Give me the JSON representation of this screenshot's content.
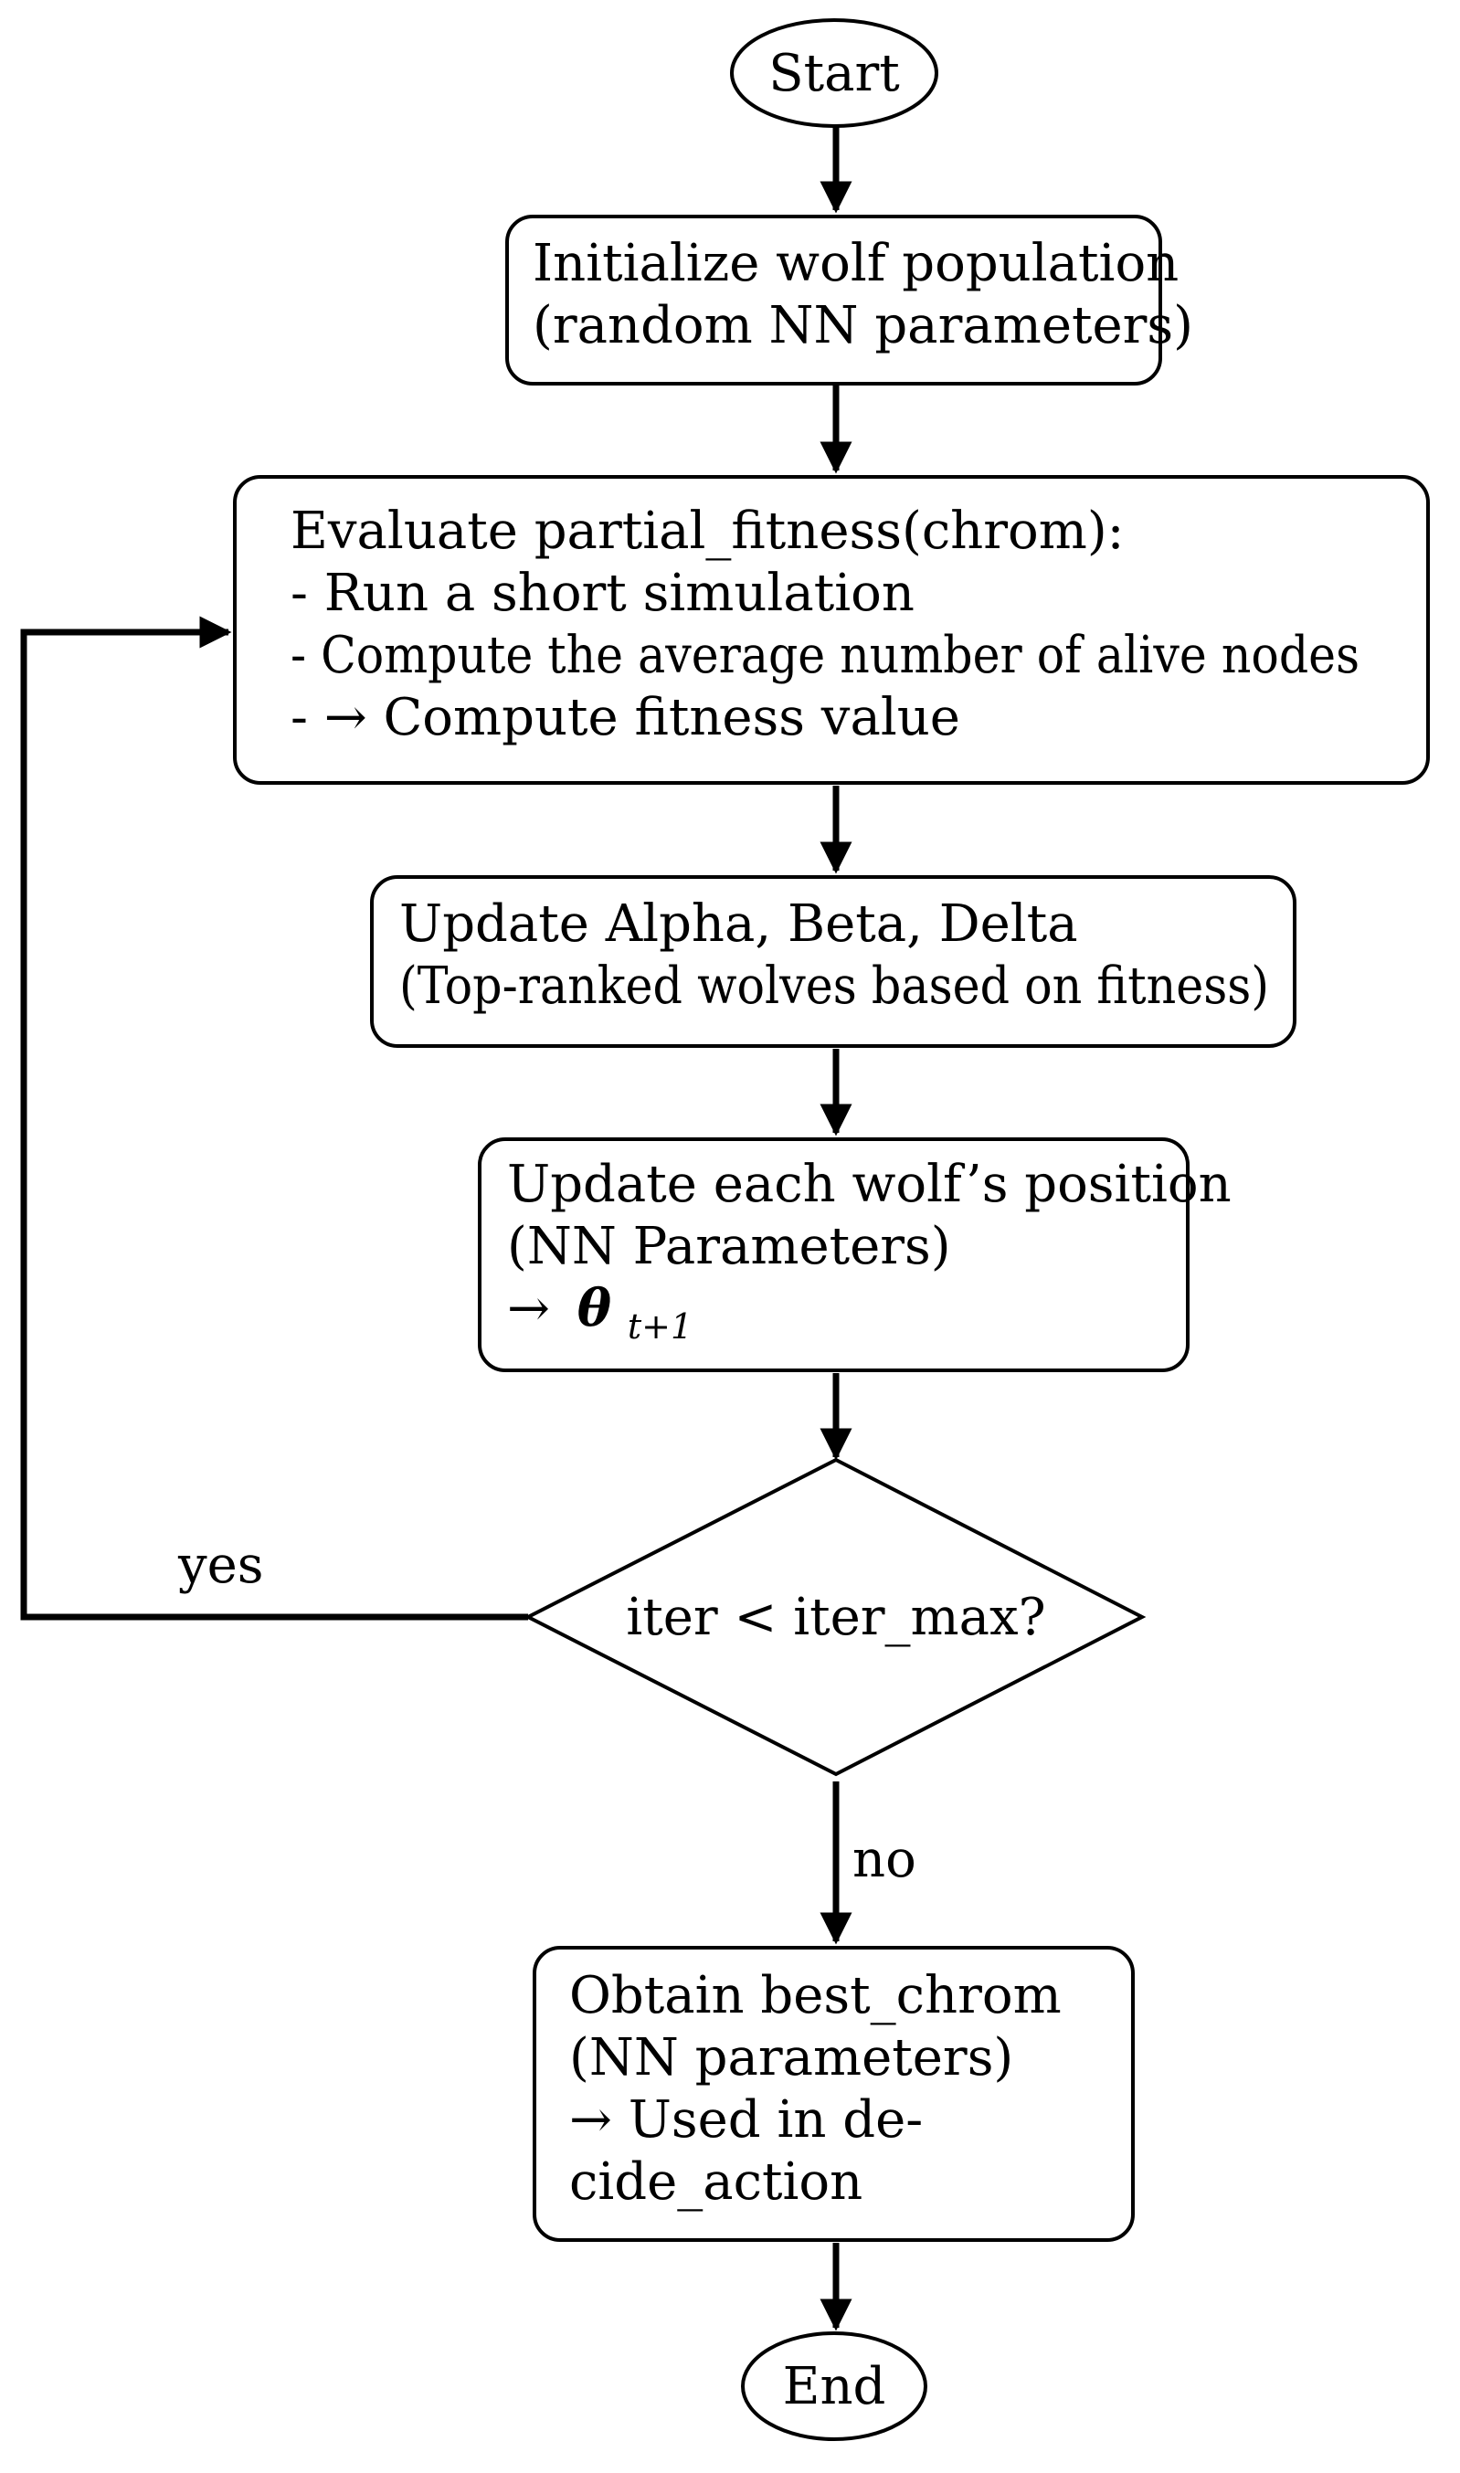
{
  "nodes": {
    "start": {
      "label": "Start"
    },
    "init": {
      "lines": [
        "Initialize wolf population",
        "(random NN parameters)"
      ]
    },
    "evaluate": {
      "lines": [
        "Evaluate partial_fitness(chrom):",
        "- Run a short simulation",
        "- Compute the average number of alive nodes",
        "- → Compute fitness value"
      ]
    },
    "update_leaders": {
      "lines": [
        "Update Alpha, Beta, Delta",
        "(Top-ranked wolves based on fitness)"
      ]
    },
    "update_position": {
      "lines": [
        "Update each wolf’s position",
        "(NN Parameters)"
      ],
      "formula_arrow": "→",
      "formula_symbol": "θ",
      "formula_subscript": "t+1"
    },
    "decision": {
      "label": "iter < iter_max?"
    },
    "obtain": {
      "lines": [
        "Obtain best_chrom",
        "(NN parameters)",
        "→ Used in de-",
        "cide_action"
      ]
    },
    "end": {
      "label": "End"
    }
  },
  "edges": {
    "yes_label": "yes",
    "no_label": "no"
  }
}
